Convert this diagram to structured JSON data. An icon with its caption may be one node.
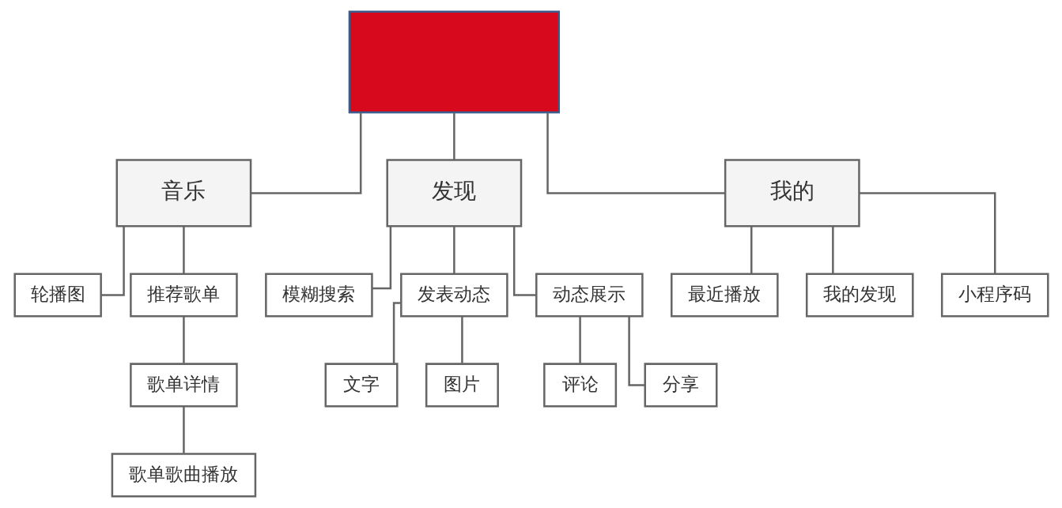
{
  "diagram": {
    "nodes": [
      {
        "text": [],
        "shape": "box"
      },
      {
        "text": [
          "音乐"
        ]
      },
      {
        "text": [
          "发现"
        ]
      },
      {
        "text": [
          "我的"
        ]
      },
      {
        "text": [
          "轮播图"
        ]
      },
      {
        "text": [
          "推荐歌单"
        ]
      },
      {
        "text": [
          "歌单详情"
        ]
      },
      {
        "text": [
          "歌单歌曲播放"
        ]
      },
      {
        "text": [
          "模糊搜索"
        ]
      },
      {
        "text": [
          "发表动态"
        ]
      },
      {
        "text": [
          "动态展示"
        ]
      },
      {
        "text": [
          "文字"
        ]
      },
      {
        "text": [
          "图片"
        ]
      },
      {
        "text": [
          "评论"
        ]
      },
      {
        "text": [
          "分享"
        ]
      },
      {
        "text": [
          "最近播放"
        ]
      },
      {
        "text": [
          "我的发现"
        ]
      },
      {
        "text": [
          "小程序码"
        ]
      }
    ],
    "edges": [
      {
        "from": 0,
        "to": 1,
        "arrow": "none"
      },
      {
        "from": 0,
        "to": 2,
        "arrow": "none"
      },
      {
        "from": 0,
        "to": 3,
        "arrow": "none"
      },
      {
        "from": 1,
        "to": 4,
        "arrow": "none"
      },
      {
        "from": 1,
        "to": 5,
        "arrow": "none"
      },
      {
        "from": 5,
        "to": 6,
        "arrow": "none"
      },
      {
        "from": 6,
        "to": 7,
        "arrow": "none"
      },
      {
        "from": 2,
        "to": 8,
        "arrow": "none"
      },
      {
        "from": 2,
        "to": 9,
        "arrow": "none"
      },
      {
        "from": 2,
        "to": 10,
        "arrow": "none"
      },
      {
        "from": 9,
        "to": 11,
        "arrow": "none"
      },
      {
        "from": 9,
        "to": 12,
        "arrow": "none"
      },
      {
        "from": 10,
        "to": 13,
        "arrow": "none"
      },
      {
        "from": 10,
        "to": 14,
        "arrow": "none"
      },
      {
        "from": 3,
        "to": 15,
        "arrow": "none"
      },
      {
        "from": 3,
        "to": 16,
        "arrow": "none"
      },
      {
        "from": 3,
        "to": 17,
        "arrow": "none"
      }
    ]
  }
}
